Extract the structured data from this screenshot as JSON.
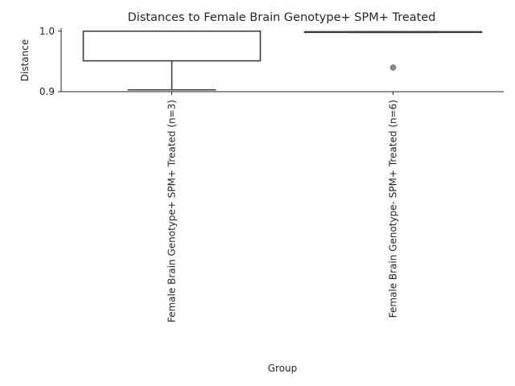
{
  "chart_data": {
    "type": "box",
    "title": "Distances to Female Brain Genotype+ SPM+ Treated",
    "xlabel": "Group",
    "ylabel": "Distance",
    "ylim": [
      0.9,
      1.005
    ],
    "yticks": [
      0.9,
      1.0
    ],
    "ytick_labels": [
      "0.9",
      "1.0"
    ],
    "grid": false,
    "categories": [
      "Female Brain Genotype+ SPM+ Treated (n=3)",
      "Female Brain Genotype- SPM+ Treated (n=6)"
    ],
    "boxes": [
      {
        "whislo": 0.903,
        "q1": 0.951,
        "med": 1.0,
        "q3": 1.0,
        "whishi": 1.0,
        "fliers": []
      },
      {
        "whislo": 0.998,
        "q1": 0.998,
        "med": 0.999,
        "q3": 0.999,
        "whishi": 0.999,
        "fliers": [
          0.94
        ]
      }
    ]
  }
}
